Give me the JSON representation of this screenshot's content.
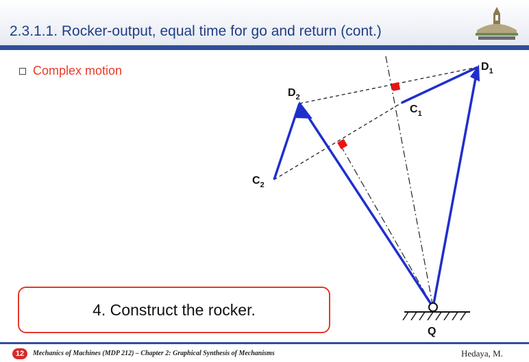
{
  "header": {
    "title": "2.3.1.1. Rocker-output, equal time for go and return (cont.)"
  },
  "content": {
    "bullet": "Complex motion",
    "step_instruction": "4. Construct the rocker."
  },
  "diagram": {
    "labels": {
      "D1": {
        "main": "D",
        "sub": "1"
      },
      "D2": {
        "main": "D",
        "sub": "2"
      },
      "C1": {
        "main": "C",
        "sub": "1"
      },
      "C2": {
        "main": "C",
        "sub": "2"
      },
      "Q": {
        "main": "Q"
      }
    },
    "colors": {
      "link": "#1f2fcc",
      "construction": "#222222",
      "marker": "#ee1111"
    }
  },
  "footer": {
    "page_number": "12",
    "course": "Mechanics of Machines (MDP 212)  – Chapter 2: Graphical Synthesis of Mechanisms",
    "author": "Hedaya, M."
  }
}
